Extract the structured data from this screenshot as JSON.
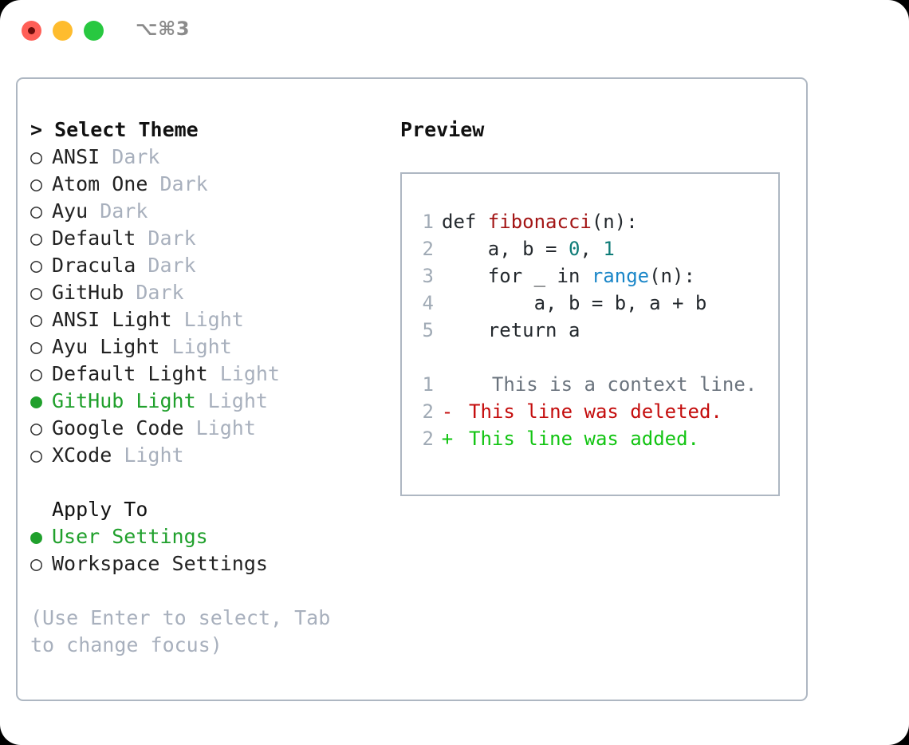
{
  "window": {
    "shortcut_label": "⌥⌘3",
    "traffic_lights": [
      {
        "name": "close",
        "color": "#ff5f57"
      },
      {
        "name": "minimize",
        "color": "#febc2e"
      },
      {
        "name": "zoom",
        "color": "#28c840"
      }
    ]
  },
  "theme_picker": {
    "header": "> Select Theme",
    "items": [
      {
        "marker": "○",
        "label": "ANSI",
        "category": "Dark",
        "selected": false
      },
      {
        "marker": "○",
        "label": "Atom One",
        "category": "Dark",
        "selected": false
      },
      {
        "marker": "○",
        "label": "Ayu",
        "category": "Dark",
        "selected": false
      },
      {
        "marker": "○",
        "label": "Default",
        "category": "Dark",
        "selected": false
      },
      {
        "marker": "○",
        "label": "Dracula",
        "category": "Dark",
        "selected": false
      },
      {
        "marker": "○",
        "label": "GitHub",
        "category": "Dark",
        "selected": false
      },
      {
        "marker": "○",
        "label": "ANSI Light",
        "category": "Light",
        "selected": false
      },
      {
        "marker": "○",
        "label": "Ayu Light",
        "category": "Light",
        "selected": false
      },
      {
        "marker": "○",
        "label": "Default Light",
        "category": "Light",
        "selected": false
      },
      {
        "marker": "●",
        "label": "GitHub Light",
        "category": "Light",
        "selected": true
      },
      {
        "marker": "○",
        "label": "Google Code",
        "category": "Light",
        "selected": false
      },
      {
        "marker": "○",
        "label": "XCode",
        "category": "Light",
        "selected": false
      }
    ]
  },
  "apply_to": {
    "header": "Apply To",
    "items": [
      {
        "marker": "●",
        "label": "User Settings",
        "selected": true
      },
      {
        "marker": "○",
        "label": "Workspace Settings",
        "selected": false
      }
    ]
  },
  "hint": "(Use Enter to select, Tab to change focus)",
  "preview": {
    "title": "Preview",
    "code_lines": [
      {
        "lineno": "1",
        "mark": "",
        "tokens": [
          {
            "text": "def ",
            "type": "kw"
          },
          {
            "text": "fibonacci",
            "type": "fn"
          },
          {
            "text": "(n):",
            "type": "plain"
          }
        ]
      },
      {
        "lineno": "2",
        "mark": "",
        "tokens": [
          {
            "text": "    a, b = ",
            "type": "plain"
          },
          {
            "text": "0",
            "type": "num"
          },
          {
            "text": ", ",
            "type": "plain"
          },
          {
            "text": "1",
            "type": "num"
          }
        ]
      },
      {
        "lineno": "3",
        "mark": "",
        "tokens": [
          {
            "text": "    for _ in ",
            "type": "plain"
          },
          {
            "text": "range",
            "type": "call"
          },
          {
            "text": "(n):",
            "type": "plain"
          }
        ]
      },
      {
        "lineno": "4",
        "mark": "",
        "tokens": [
          {
            "text": "        a, b = b, a + b",
            "type": "plain"
          }
        ]
      },
      {
        "lineno": "5",
        "mark": "",
        "tokens": [
          {
            "text": "    return a",
            "type": "plain"
          }
        ]
      }
    ],
    "diff_lines": [
      {
        "lineno": "1",
        "mark": "",
        "text": "  This is a context line.",
        "type": "ctx"
      },
      {
        "lineno": "2",
        "mark": "-",
        "text": "This line was deleted.",
        "type": "del"
      },
      {
        "lineno": "2",
        "mark": "+",
        "text": "This line was added.",
        "type": "add"
      }
    ]
  },
  "colors": {
    "selected_green": "#20a02c",
    "muted_gray": "#a8b0bd",
    "border": "#aeb7c2",
    "syntax_function": "#a31515",
    "syntax_number": "#0f7c78",
    "syntax_call": "#1a86c8",
    "diff_deleted": "#c40c0c",
    "diff_added": "#12c412",
    "diff_context": "#6a737d"
  }
}
